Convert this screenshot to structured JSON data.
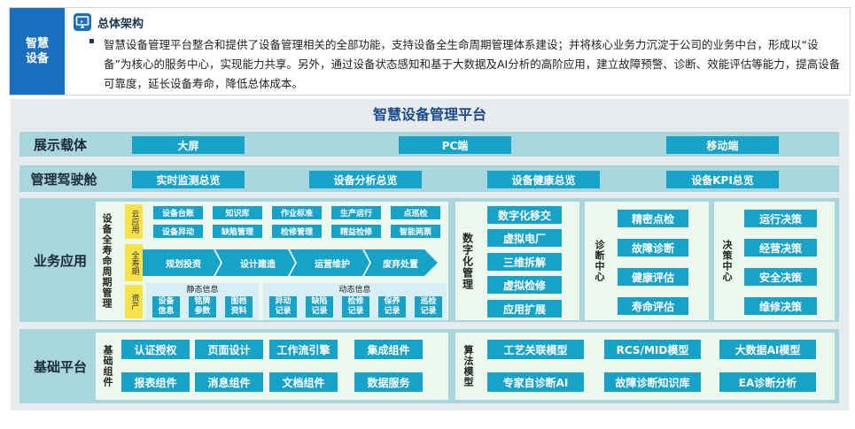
{
  "header": {
    "badge": "智慧\n设备",
    "section_title": "总体架构",
    "bullet": "▪",
    "description": "智慧设备管理平台整合和提供了设备管理相关的全部功能，支持设备全生命周期管理体系建设；并将核心业务力沉淀于公司的业务中台，形成以“设备”为核心的服务中心，实现能力共享。另外，通过设备状态感知和基于大数据及AI分析的高阶应用，建立故障预警、诊断、效能评估等能力，提高设备可靠度，延长设备寿命，降低总体成本。"
  },
  "diagram": {
    "title": "智慧设备管理平台",
    "display": {
      "label": "展示载体",
      "items": [
        "大屏",
        "PC端",
        "移动端"
      ]
    },
    "cockpit": {
      "label": "管理驾驶舱",
      "items": [
        "实时监测总览",
        "设备分析总览",
        "设备健康总览",
        "设备KPI总览"
      ]
    },
    "business": {
      "label": "业务应用",
      "lifecycle_title": "设备全寿命周期管理",
      "cloud_label": "云应用",
      "cloud_items": [
        "设备台账",
        "知识库",
        "作业标准",
        "生产运行",
        "点巡检",
        "设备异动",
        "缺陷管理",
        "检修管理",
        "精益检修",
        "智能两票"
      ],
      "life_label": "全寿期",
      "life_steps": [
        "规划投资",
        "设计建造",
        "运营维护",
        "废弃处置"
      ],
      "asset_label": "资产",
      "static_title": "静态信息",
      "static_items": [
        "设备信息",
        "铭牌参数",
        "图档资料"
      ],
      "dynamic_title": "动态信息",
      "dynamic_items": [
        "异动记录",
        "缺陷记录",
        "检修记录",
        "保养记录",
        "巡检记录"
      ],
      "digital_title": "数字化管理",
      "digital_items": [
        "数字化移交",
        "虚拟电厂",
        "三维拆解",
        "虚拟检修",
        "应用扩展"
      ],
      "diagnosis_title": "诊断中心",
      "diagnosis_items": [
        "精密点检",
        "故障诊断",
        "健康评估",
        "寿命评估"
      ],
      "decision_title": "决策中心",
      "decision_items": [
        "运行决策",
        "经营决策",
        "安全决策",
        "维修决策"
      ]
    },
    "foundation": {
      "label": "基础平台",
      "components_title": "基础组件",
      "components": [
        "认证授权",
        "页面设计",
        "工作流引擎",
        "集成组件",
        "报表组件",
        "消息组件",
        "文档组件",
        "数据服务"
      ],
      "algo_title": "算法模型",
      "algos": [
        "工艺关联模型",
        "RCS/MID模型",
        "大数据AI模型",
        "专家自诊断AI",
        "故障诊断知识库",
        "EA诊断分析"
      ]
    }
  },
  "colors": {
    "accent": "#17a3c8",
    "badge": "#1a6fc0",
    "band": "#a9d6dc",
    "yellow": "#f7e24a"
  }
}
